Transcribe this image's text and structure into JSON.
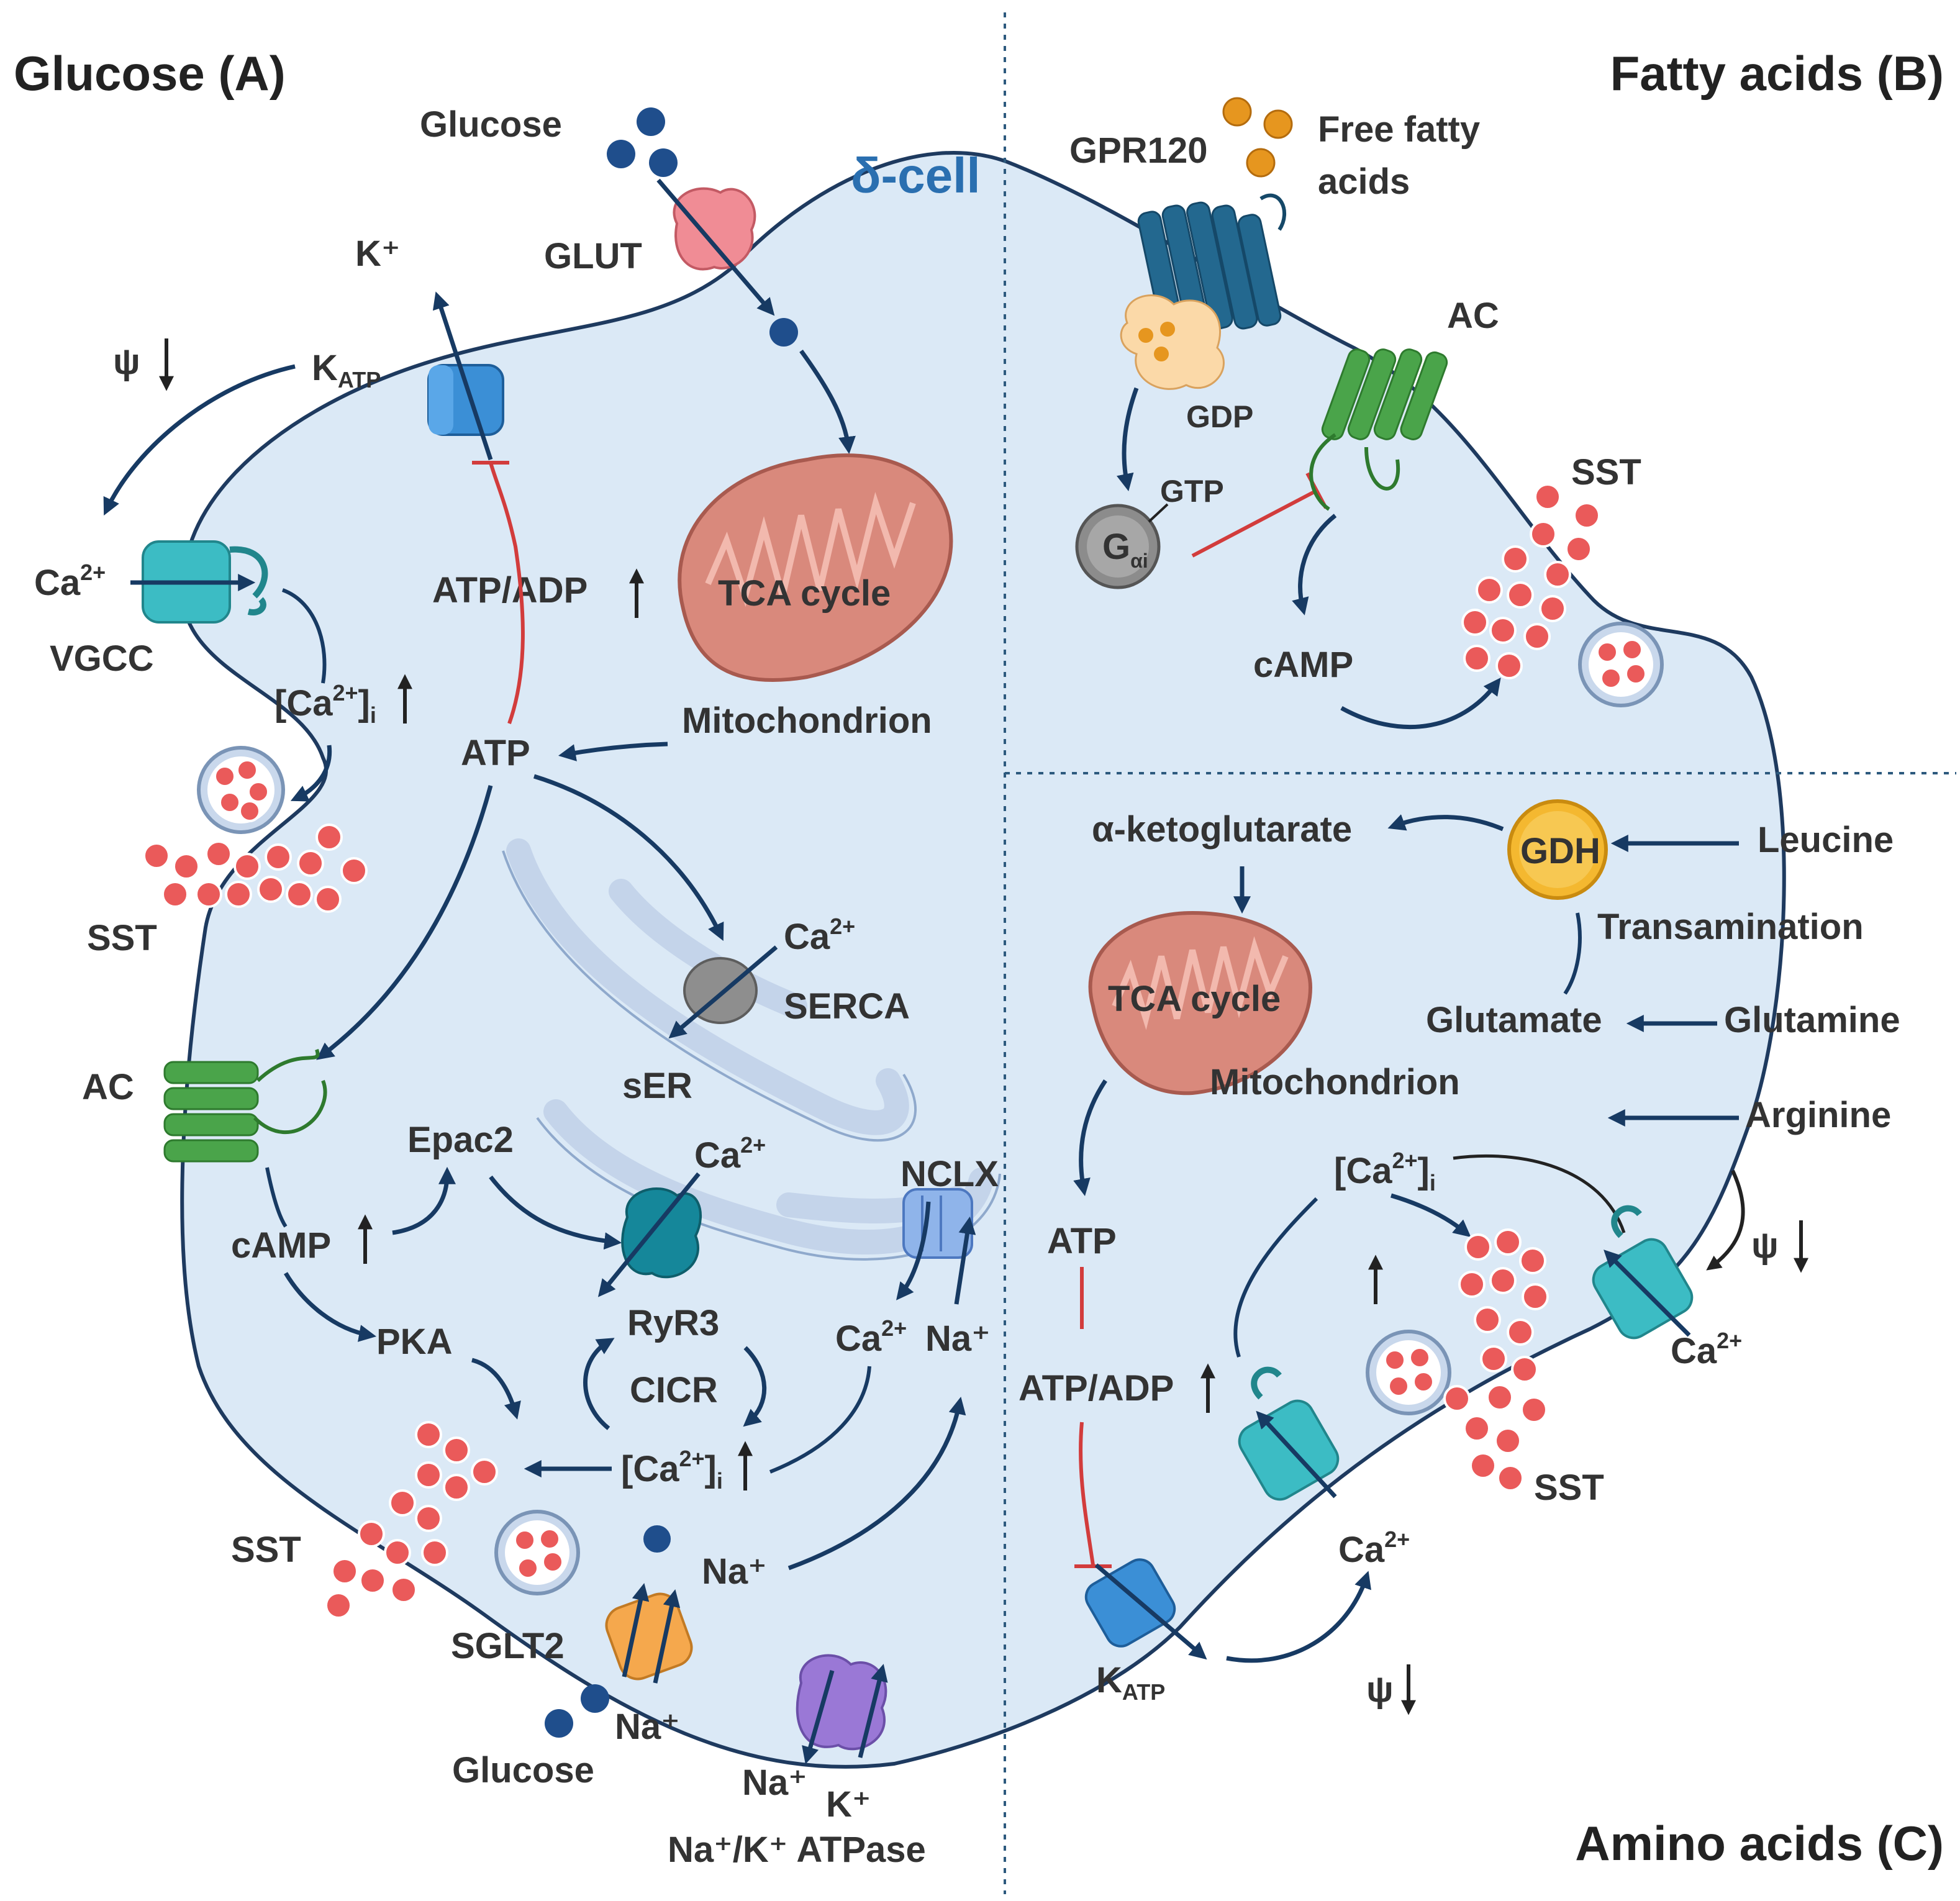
{
  "cell_label": "δ-cell",
  "colors": {
    "cytoplasm": "#dbe9f6",
    "membrane": "#1e3a5f",
    "arrow": "#173a63",
    "inhibition": "#d23c3c",
    "sst": "#ea5a5a",
    "mitochondrion": "#d9897c",
    "er": "#c4d4ea",
    "channel_blue": "#3b8fd6",
    "vgcc_teal": "#3cbcc4",
    "ac_green": "#4aa44a",
    "gpr120": "#23688f",
    "gdh": "#f4b830",
    "glut": "#f08c95",
    "sglt2": "#f5a84d",
    "atpase": "#9a78d6"
  },
  "panels": {
    "A": {
      "title": "Glucose (A)",
      "labels": {
        "glucose_in": "Glucose",
        "glut": "GLUT",
        "k_ion": "K⁺",
        "katp_k": "K",
        "katp_sub": "ATP",
        "psi": "ψ",
        "ca_ion": "Ca",
        "ca_sup": "2+",
        "vgcc": "VGCC",
        "cai": "[Ca",
        "cai_tail": "]",
        "cai_sub": "i",
        "atp_adp": "ATP/ADP",
        "tca": "TCA cycle",
        "mito": "Mitochondrion",
        "atp": "ATP",
        "sst": "SST",
        "serca": "SERCA",
        "ser": "sER",
        "ac": "AC",
        "epac2": "Epac2",
        "camp": "cAMP",
        "nclx": "NCLX",
        "na_ion": "Na⁺",
        "ryr3": "RyR3",
        "cicr": "CICR",
        "pka": "PKA",
        "sglt2": "SGLT2",
        "glucose_out": "Glucose",
        "k_out": "K⁺",
        "na_k_atpase": "Na⁺/K⁺ ATPase"
      }
    },
    "B": {
      "title": "Fatty acids (B)",
      "labels": {
        "gpr120": "GPR120",
        "ffa_line1": "Free fatty",
        "ffa_line2": "acids",
        "ac": "AC",
        "gdp": "GDP",
        "gtp": "GTP",
        "gai": "G",
        "gai_sub": "αi",
        "sst": "SST",
        "camp": "cAMP"
      }
    },
    "C": {
      "title": "Amino acids (C)",
      "labels": {
        "akg": "α-ketoglutarate",
        "gdh": "GDH",
        "leucine": "Leucine",
        "transamination": "Transamination",
        "tca": "TCA cycle",
        "glutamate": "Glutamate",
        "glutamine": "Glutamine",
        "mito": "Mitochondrion",
        "arginine": "Arginine",
        "cai": "[Ca",
        "cai_tail": "]",
        "cai_sub": "i",
        "ca_sup": "2+",
        "atp": "ATP",
        "psi": "ψ",
        "ca": "Ca",
        "sst": "SST",
        "atp_adp": "ATP/ADP",
        "katp_k": "K",
        "katp_sub": "ATP"
      }
    }
  }
}
